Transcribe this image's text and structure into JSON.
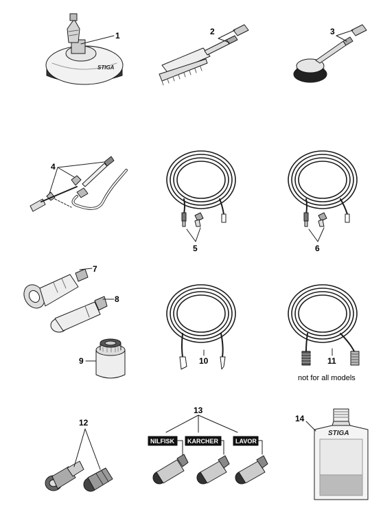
{
  "callouts": {
    "n1": "1",
    "n2": "2",
    "n3": "3",
    "n4": "4",
    "n5": "5",
    "n6": "6",
    "n7": "7",
    "n8": "8",
    "n9": "9",
    "n10": "10",
    "n11": "11",
    "n12": "12",
    "n13": "13",
    "n14": "14"
  },
  "notes": {
    "not_for_all_models": "not for all models"
  },
  "adapters": {
    "nilfisk": "NILFISK",
    "karcher": "KARCHER",
    "lavor": "LAVOR"
  },
  "logo": {
    "brand": "STIGA"
  },
  "colors": {
    "line": "#1a1a1a",
    "fill_light": "#eeeeee",
    "fill_mid": "#bbbbbb",
    "fill_dark": "#333333",
    "label_bg": "#111111"
  }
}
